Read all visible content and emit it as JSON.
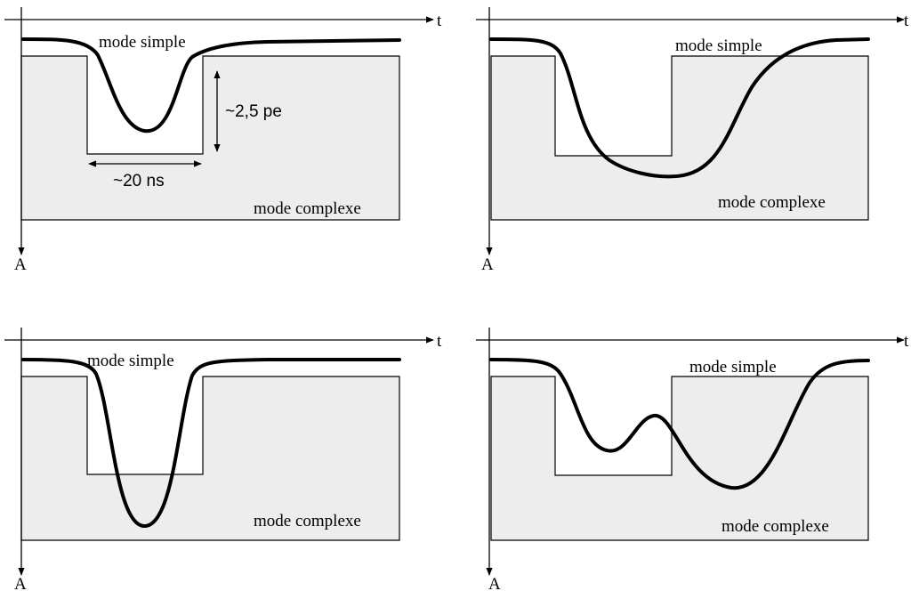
{
  "panels": [
    {
      "id": "top-left",
      "mode_simple": "mode simple",
      "mode_complexe": "mode complexe",
      "axis_t": "t",
      "axis_a": "A",
      "annotations": {
        "height": "~2,5 pe",
        "width": "~20 ns"
      }
    },
    {
      "id": "top-right",
      "mode_simple": "mode simple",
      "mode_complexe": "mode complexe",
      "axis_t": "t",
      "axis_a": "A"
    },
    {
      "id": "bottom-left",
      "mode_simple": "mode simple",
      "mode_complexe": "mode complexe",
      "axis_t": "t",
      "axis_a": "A"
    },
    {
      "id": "bottom-right",
      "mode_simple": "mode simple",
      "mode_complexe": "mode complexe",
      "axis_t": "t",
      "axis_a": "A"
    }
  ]
}
